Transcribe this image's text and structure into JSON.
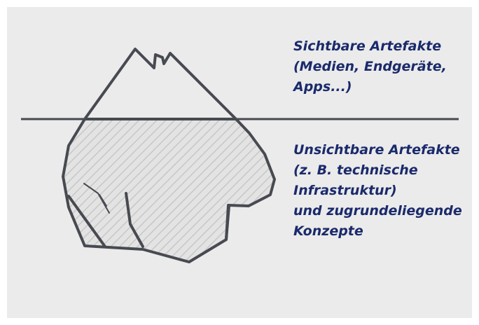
{
  "colors": {
    "panel_background": "#ebebeb",
    "label_text": "#1a2a6b",
    "outline": "#474a50",
    "hatch": "#c7c7c7",
    "underwater_fill": "#e3e3e3"
  },
  "labels": {
    "visible_artifacts": {
      "lines": [
        "Sichtbare Artefakte",
        "(Medien, Endgeräte,",
        "Apps...)"
      ]
    },
    "invisible_artifacts": {
      "lines": [
        "Unsichtbare Artefakte",
        "(z. B. technische",
        "Infrastruktur)",
        "und zugrundeliegende",
        "Konzepte"
      ]
    }
  }
}
